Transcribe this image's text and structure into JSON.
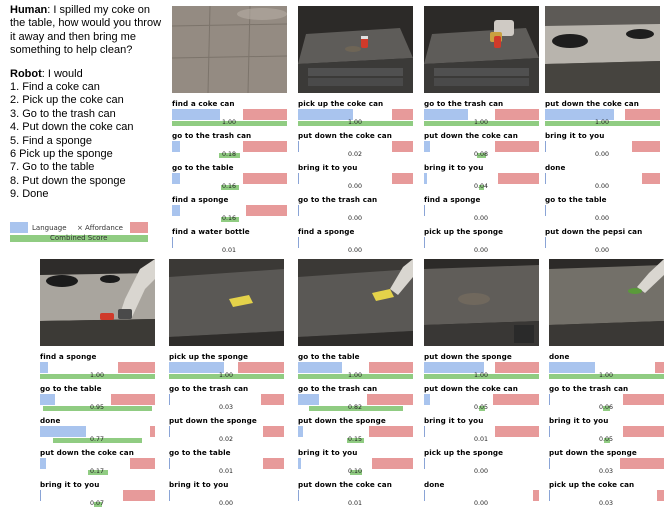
{
  "dialog": {
    "human_label": "Human",
    "human_text": ": I spilled my coke on the table, how would you throw it away and then bring me something to help clean?",
    "robot_label": "Robot",
    "robot_text": ": I would",
    "plan": [
      "1. Find a coke can",
      "2. Pick up the coke can",
      "3. Go to the trash can",
      "4. Put down the coke can",
      "5. Find a sponge",
      "6 Pick up the sponge",
      "7. Go to the table",
      "8. Put down the sponge",
      "9. Done"
    ]
  },
  "legend": {
    "language": "Language",
    "times": "×",
    "affordance": "Affordance",
    "combined": "Combined Score",
    "colors": {
      "language": "#a9c4ee",
      "affordance": "#e79a9a",
      "combined": "#90cc82"
    }
  },
  "panels": [
    {
      "scene": "floor",
      "rows": [
        {
          "label": "find a coke can",
          "lang": 0.42,
          "aff": 0.38,
          "score": "1.00",
          "comb": 1.0
        },
        {
          "label": "go to the trash can",
          "lang": 0.07,
          "aff": 0.38,
          "score": "0.18",
          "comb": 0.18
        },
        {
          "label": "go to the table",
          "lang": 0.07,
          "aff": 0.38,
          "score": "0.16",
          "comb": 0.16
        },
        {
          "label": "find a sponge",
          "lang": 0.07,
          "aff": 0.36,
          "score": "0.16",
          "comb": 0.16
        },
        {
          "label": "find a water bottle",
          "lang": 0.0,
          "aff": 0.0,
          "score": "0.01",
          "comb": 0.0
        }
      ]
    },
    {
      "scene": "table-can",
      "rows": [
        {
          "label": "pick up the coke can",
          "lang": 0.48,
          "aff": 0.18,
          "score": "1.00",
          "comb": 1.0
        },
        {
          "label": "put down the coke can",
          "lang": 0.0,
          "aff": 0.18,
          "score": "0.02",
          "comb": 0.0
        },
        {
          "label": "bring it to you",
          "lang": 0.0,
          "aff": 0.18,
          "score": "0.00",
          "comb": 0.0
        },
        {
          "label": "go to the trash can",
          "lang": 0.0,
          "aff": 0.0,
          "score": "0.00",
          "comb": 0.0
        },
        {
          "label": "find a sponge",
          "lang": 0.0,
          "aff": 0.0,
          "score": "0.00",
          "comb": 0.0
        }
      ]
    },
    {
      "scene": "table-grip",
      "rows": [
        {
          "label": "go to the trash can",
          "lang": 0.38,
          "aff": 0.38,
          "score": "1.00",
          "comb": 1.0
        },
        {
          "label": "put down the coke can",
          "lang": 0.05,
          "aff": 0.38,
          "score": "0.08",
          "comb": 0.08
        },
        {
          "label": "bring it to you",
          "lang": 0.03,
          "aff": 0.36,
          "score": "0.04",
          "comb": 0.04
        },
        {
          "label": "find a sponge",
          "lang": 0.0,
          "aff": 0.0,
          "score": "0.00",
          "comb": 0.0
        },
        {
          "label": "pick up the sponge",
          "lang": 0.0,
          "aff": 0.0,
          "score": "0.00",
          "comb": 0.0
        }
      ]
    },
    {
      "scene": "trash",
      "rows": [
        {
          "label": "put down the coke can",
          "lang": 0.6,
          "aff": 0.3,
          "score": "1.00",
          "comb": 1.0
        },
        {
          "label": "bring it to you",
          "lang": 0.0,
          "aff": 0.24,
          "score": "0.00",
          "comb": 0.0
        },
        {
          "label": "done",
          "lang": 0.0,
          "aff": 0.16,
          "score": "0.00",
          "comb": 0.0
        },
        {
          "label": "go to the table",
          "lang": 0.0,
          "aff": 0.0,
          "score": "0.00",
          "comb": 0.0
        },
        {
          "label": "put down the pepsi can",
          "lang": 0.0,
          "aff": 0.0,
          "score": "0.00",
          "comb": 0.0
        }
      ]
    },
    {
      "scene": "trash-arm",
      "rows": [
        {
          "label": "find a sponge",
          "lang": 0.07,
          "aff": 0.32,
          "score": "1.00",
          "comb": 1.0
        },
        {
          "label": "go to the table",
          "lang": 0.13,
          "aff": 0.38,
          "score": "0.95",
          "comb": 0.95
        },
        {
          "label": "done",
          "lang": 0.4,
          "aff": 0.04,
          "score": "0.77",
          "comb": 0.77
        },
        {
          "label": "put down the coke can",
          "lang": 0.05,
          "aff": 0.22,
          "score": "0.17",
          "comb": 0.17
        },
        {
          "label": "bring it to you",
          "lang": 0.0,
          "aff": 0.28,
          "score": "0.07",
          "comb": 0.07
        }
      ]
    },
    {
      "scene": "table-sponge",
      "rows": [
        {
          "label": "pick up the sponge",
          "lang": 0.48,
          "aff": 0.4,
          "score": "1.00",
          "comb": 1.0
        },
        {
          "label": "go to the trash can",
          "lang": 0.0,
          "aff": 0.2,
          "score": "0.03",
          "comb": 0.0
        },
        {
          "label": "put down the sponge",
          "lang": 0.0,
          "aff": 0.18,
          "score": "0.02",
          "comb": 0.0
        },
        {
          "label": "go to the table",
          "lang": 0.0,
          "aff": 0.18,
          "score": "0.01",
          "comb": 0.0
        },
        {
          "label": "bring it to you",
          "lang": 0.0,
          "aff": 0.0,
          "score": "0.00",
          "comb": 0.0
        }
      ]
    },
    {
      "scene": "table-sponge-grip",
      "rows": [
        {
          "label": "go to the table",
          "lang": 0.38,
          "aff": 0.38,
          "score": "1.00",
          "comb": 1.0
        },
        {
          "label": "go to the trash can",
          "lang": 0.18,
          "aff": 0.4,
          "score": "0.82",
          "comb": 0.82
        },
        {
          "label": "put down the sponge",
          "lang": 0.04,
          "aff": 0.38,
          "score": "0.15",
          "comb": 0.15
        },
        {
          "label": "bring it to you",
          "lang": 0.03,
          "aff": 0.36,
          "score": "0.10",
          "comb": 0.1
        },
        {
          "label": "put down the coke can",
          "lang": 0.0,
          "aff": 0.0,
          "score": "0.01",
          "comb": 0.0
        }
      ]
    },
    {
      "scene": "table-stain",
      "rows": [
        {
          "label": "put down the sponge",
          "lang": 0.52,
          "aff": 0.38,
          "score": "1.00",
          "comb": 1.0
        },
        {
          "label": "put down the coke can",
          "lang": 0.05,
          "aff": 0.4,
          "score": "0.05",
          "comb": 0.05
        },
        {
          "label": "bring it to you",
          "lang": 0.0,
          "aff": 0.38,
          "score": "0.01",
          "comb": 0.0
        },
        {
          "label": "pick up the sponge",
          "lang": 0.0,
          "aff": 0.0,
          "score": "0.00",
          "comb": 0.0
        },
        {
          "label": "done",
          "lang": 0.0,
          "aff": 0.05,
          "score": "0.00",
          "comb": 0.0
        }
      ]
    },
    {
      "scene": "table-wipe",
      "rows": [
        {
          "label": "done",
          "lang": 0.4,
          "aff": 0.08,
          "score": "1.00",
          "comb": 1.0
        },
        {
          "label": "go to the trash can",
          "lang": 0.0,
          "aff": 0.36,
          "score": "0.06",
          "comb": 0.06
        },
        {
          "label": "bring it to you",
          "lang": 0.0,
          "aff": 0.36,
          "score": "0.05",
          "comb": 0.05
        },
        {
          "label": "put down the sponge",
          "lang": 0.0,
          "aff": 0.38,
          "score": "0.03",
          "comb": 0.0
        },
        {
          "label": "pick up the coke can",
          "lang": 0.0,
          "aff": 0.06,
          "score": "0.03",
          "comb": 0.0
        }
      ]
    }
  ]
}
